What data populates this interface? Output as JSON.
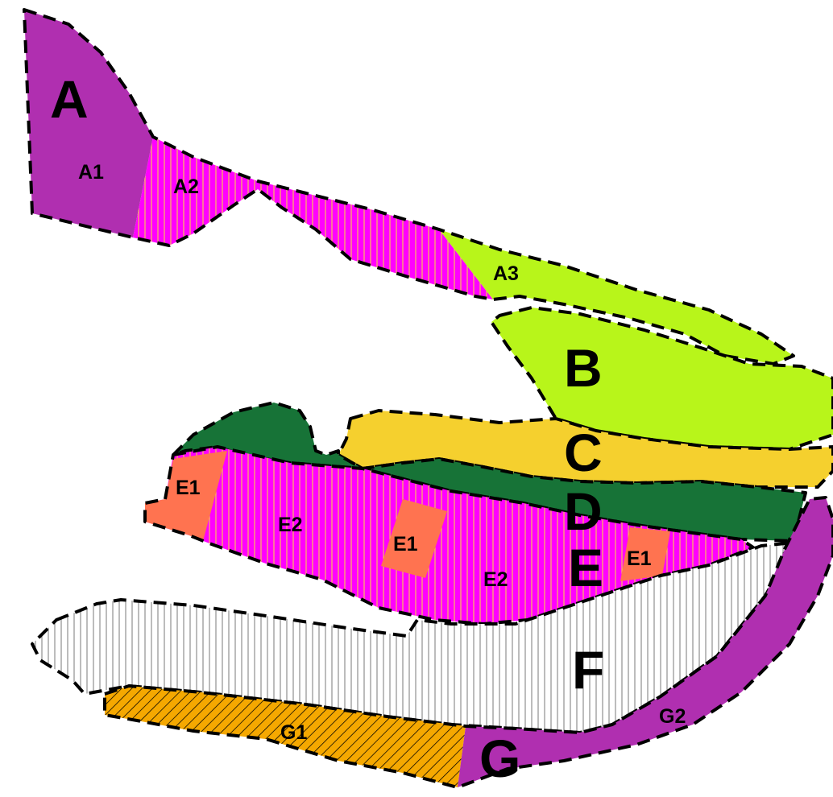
{
  "colors": {
    "purple": "#b02fb0",
    "magenta": "#ff00ff",
    "lime": "#b8f51a",
    "yellow": "#f5d02e",
    "dark_green": "#177337",
    "salmon": "#ff7350",
    "hatch_white": "#ffffff",
    "hatch_orange": "#f5a800",
    "outline": "#000000"
  },
  "regions": {
    "A": {
      "label": "A",
      "parts": [
        "A1",
        "A2",
        "A3"
      ]
    },
    "B": {
      "label": "B"
    },
    "C": {
      "label": "C"
    },
    "D": {
      "label": "D"
    },
    "E": {
      "label": "E",
      "parts": [
        "E1",
        "E2",
        "E1",
        "E2",
        "E1"
      ]
    },
    "F": {
      "label": "F"
    },
    "G": {
      "label": "G",
      "parts": [
        "G1",
        "G2"
      ]
    }
  }
}
